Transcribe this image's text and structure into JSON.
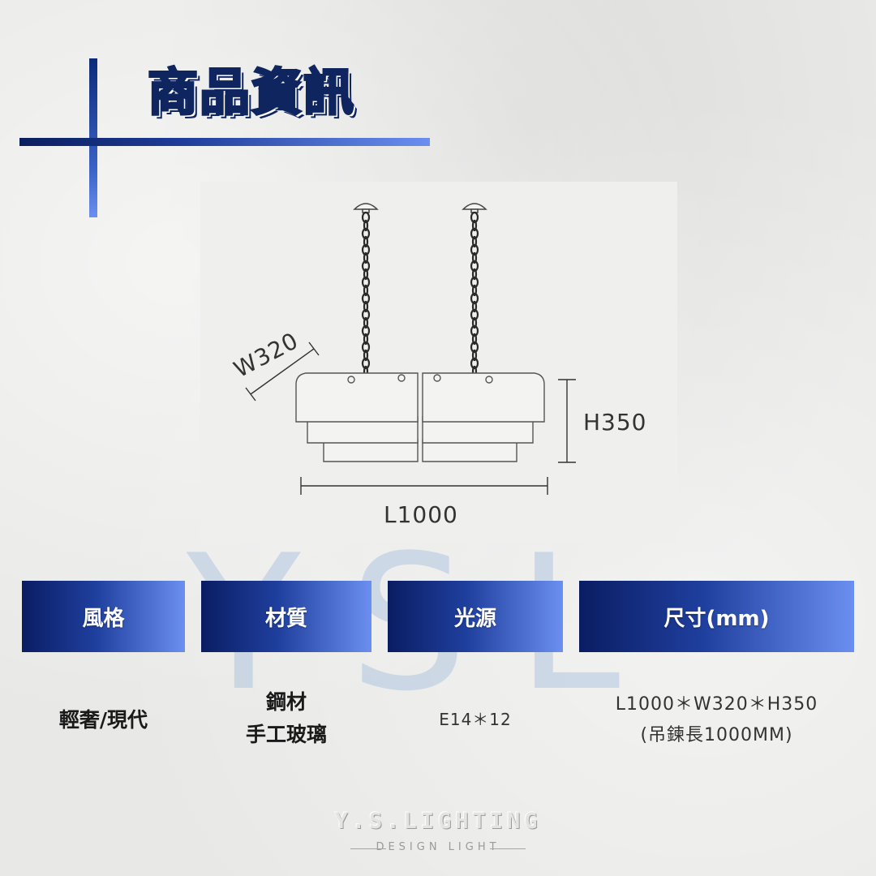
{
  "title": "商品資訊",
  "diagram": {
    "width_label": "W320",
    "height_label": "H350",
    "length_label": "L1000"
  },
  "watermark": {
    "letters": "YSL"
  },
  "specs": [
    {
      "header": "風格",
      "value_lines": [
        "輕奢/現代"
      ]
    },
    {
      "header": "材質",
      "value_lines": [
        "鋼材",
        "手工玻璃"
      ]
    },
    {
      "header": "光源",
      "value_lines": [
        "E14＊12"
      ]
    },
    {
      "header": "尺寸(mm)",
      "value_lines": [
        "L1000＊W320＊H350",
        "(吊鍊長1000MM)"
      ]
    }
  ],
  "brand": {
    "name": "Y.S.LIGHTING",
    "tagline": "DESIGN LIGHT"
  },
  "colors": {
    "header_dark": "#0a1d63",
    "header_light": "#6b8ff0",
    "title_fill": "#1d4fb0",
    "title_stroke": "#0f2560"
  }
}
